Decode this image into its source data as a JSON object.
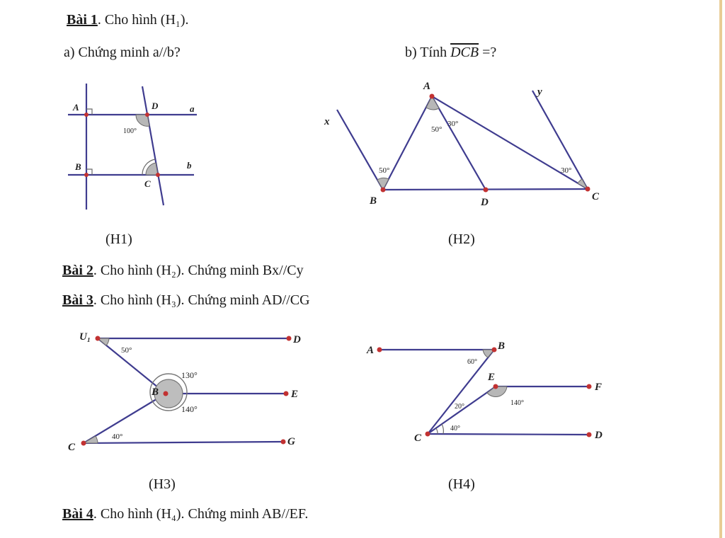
{
  "bai1": {
    "title": "Bài 1",
    "text": ". Cho hình (H₁).",
    "part_a": "a) Chứng minh  a//b?",
    "part_b_prefix": "b) Tính ",
    "part_b_angle": "DCB",
    "part_b_suffix": " =?"
  },
  "bai2": {
    "title": "Bài 2",
    "text": ". Cho hình (H₂). Chứng minh  Bx//Cy"
  },
  "bai3": {
    "title": "Bài 3",
    "text": ". Cho hình (H₃). Chứng minh  AD//CG"
  },
  "bai4": {
    "title": "Bài 4",
    "text": ". Cho hình (H₄). Chứng minh  AB//EF."
  },
  "h1": {
    "caption": "(H1)",
    "labels": {
      "A": "A",
      "D": "D",
      "a": "a",
      "B": "B",
      "b": "b",
      "C": "C"
    },
    "angle_D": "100°"
  },
  "h2": {
    "caption": "(H2)",
    "labels": {
      "A": "A",
      "x": "x",
      "y": "y",
      "B": "B",
      "D": "D",
      "C": "C"
    },
    "angle_B": "50°",
    "angle_A1": "50°",
    "angle_A2": "30°",
    "angle_C": "30°"
  },
  "h3": {
    "caption": "(H3)",
    "labels": {
      "A": "U₁",
      "D": "D",
      "B": "B",
      "E": "E",
      "C": "C",
      "G": "G"
    },
    "angle_A": "50°",
    "angle_B1": "130°",
    "angle_B2": "140°",
    "angle_C": "40°"
  },
  "h4": {
    "caption": "(H4)",
    "labels": {
      "A": "A",
      "B": "B",
      "E": "E",
      "F": "F",
      "C": "C",
      "D": "D"
    },
    "angle_B": "60°",
    "angle_C1": "20°",
    "angle_E": "140°",
    "angle_C2": "40°"
  },
  "colors": {
    "line": "#3f3c8f",
    "point": "#c23232",
    "arc": "#b7b7b7",
    "border": "#e8cc95"
  }
}
